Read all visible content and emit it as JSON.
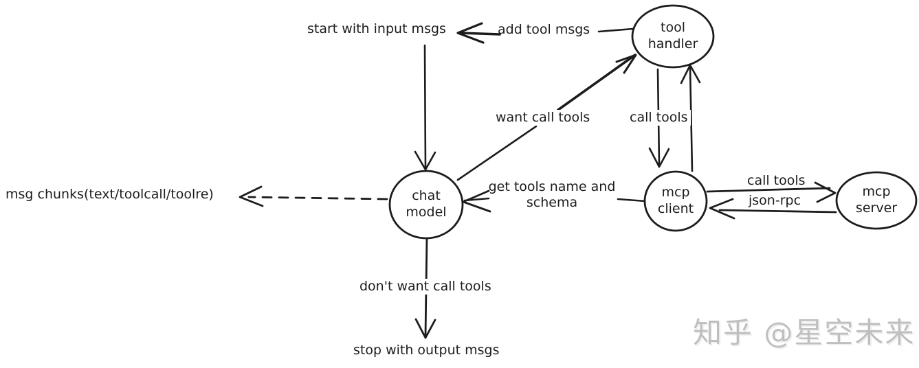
{
  "diagram": {
    "nodes": [
      {
        "id": "tool-handler",
        "label": "tool\nhandler"
      },
      {
        "id": "chat-model",
        "label": "chat\nmodel"
      },
      {
        "id": "mcp-client",
        "label": "mcp\nclient"
      },
      {
        "id": "mcp-server",
        "label": "mcp\nserver"
      }
    ],
    "edge_labels": {
      "start_with_input_msgs": "start with input msgs",
      "add_tool_msgs": "add tool msgs",
      "want_call_tools": "want call tools",
      "call_tools_handler_client": "call tools",
      "get_tools_name_and_schema": "get tools name and\nschema",
      "msg_chunks": "msg chunks(text/toolcall/toolre)",
      "call_tools_client_server": "call tools",
      "json_rpc": "json-rpc",
      "dont_want_call_tools": "don't want call tools",
      "stop_with_output_msgs": "stop with output msgs"
    },
    "watermark": "知乎 @星空未来",
    "colors": {
      "stroke": "#1c1c1c",
      "background": "#ffffff",
      "watermark": "#bfbfbf"
    }
  }
}
